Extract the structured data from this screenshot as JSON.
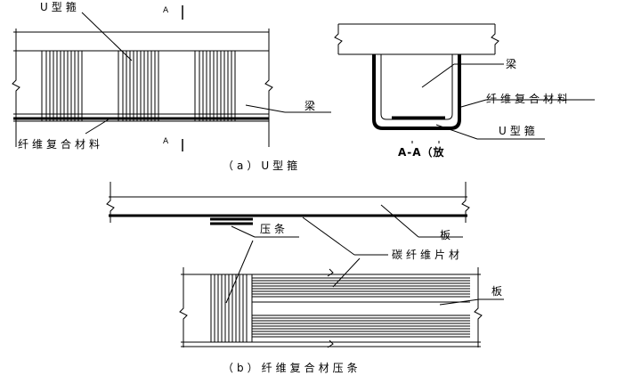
{
  "labels": {
    "u_hoop_top": "U型箍",
    "section_a_top": "A",
    "section_a_bottom": "A",
    "beam_a": "梁",
    "frp_a": "纤维复合材料",
    "caption_a": "（a）U型箍",
    "beam_section": "梁",
    "frp_section": "纤维复合材料",
    "u_hoop_section": "U型箍",
    "section_title": "A-A（放",
    "strip": "压条",
    "slab_top": "板",
    "cfrp_sheet": "碳纤维片材",
    "slab_plan": "板",
    "caption_b": "（b）纤维复合材压条"
  }
}
